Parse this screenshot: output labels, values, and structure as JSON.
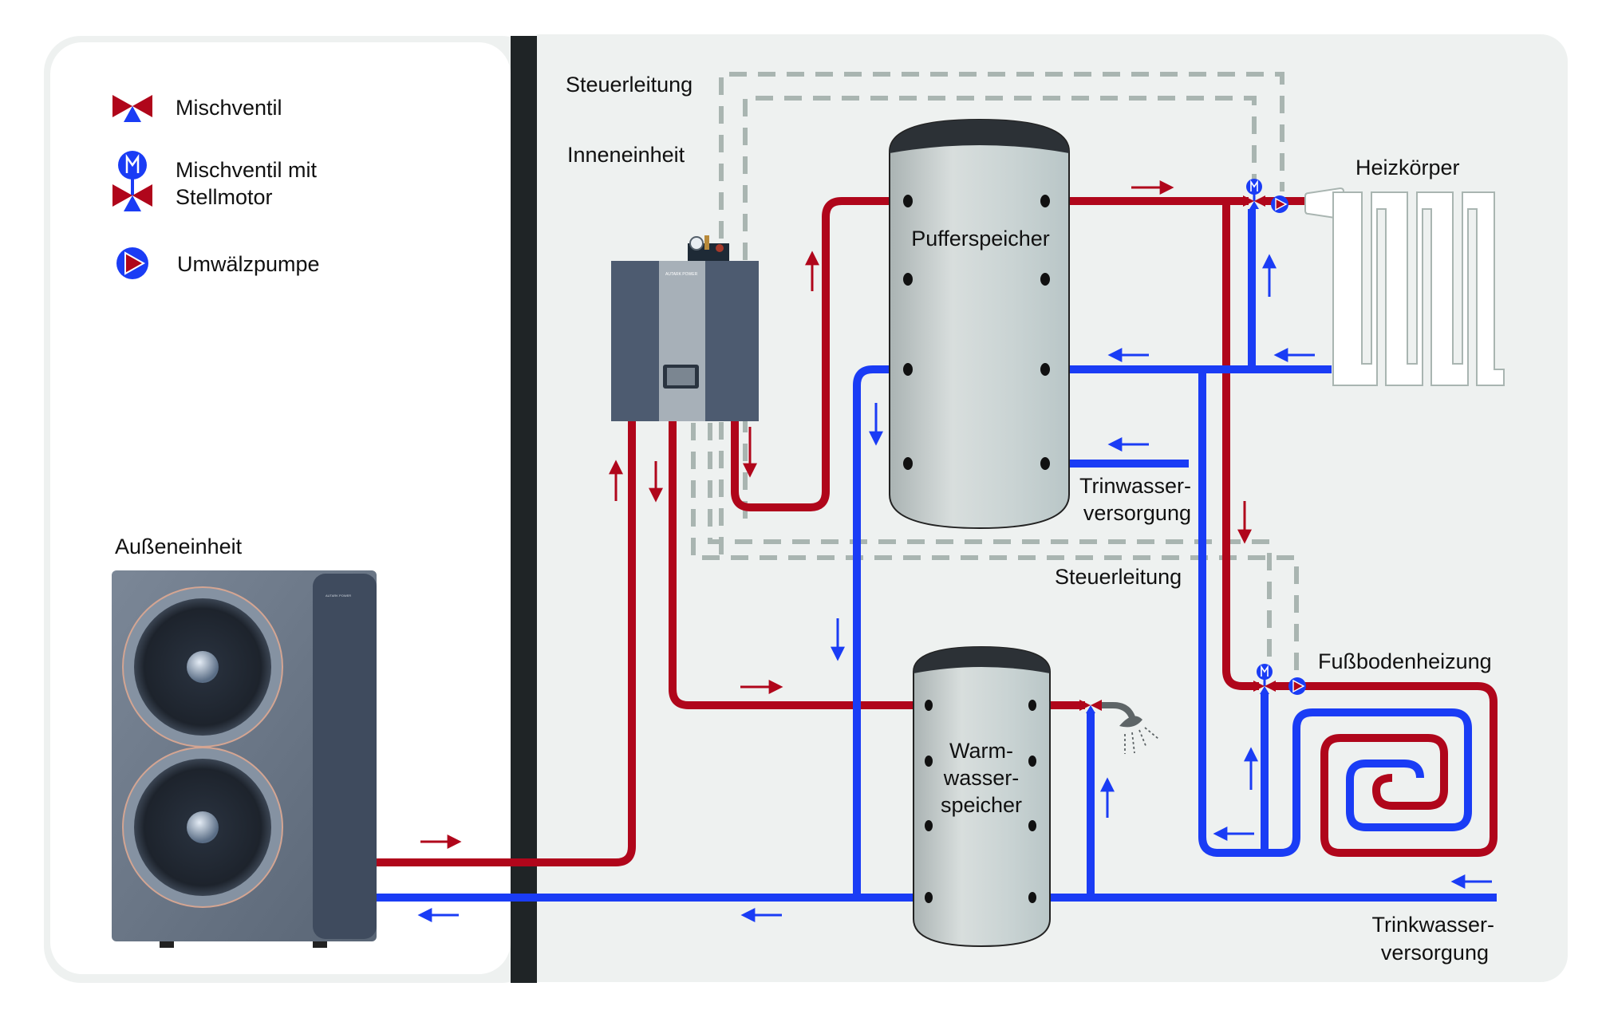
{
  "colors": {
    "hot": "#b0061b",
    "cold": "#1a3cf5",
    "control": "#a9b5b1",
    "panel": "#eef1f0",
    "divider": "#1f2426"
  },
  "legend": [
    {
      "icon": "mixing-valve-icon",
      "label": "Mischventil"
    },
    {
      "icon": "motorized-mixing-valve-icon",
      "label_line1": "Mischventil mit",
      "label_line2": "Stellmotor"
    },
    {
      "icon": "circulation-pump-icon",
      "label": "Umwälzpumpe"
    }
  ],
  "labels": {
    "control_line_top": "Steuerleitung",
    "indoor_unit": "Inneneinheit",
    "buffer_tank": "Pufferspeicher",
    "radiator": "Heizkörper",
    "water_supply_top_1": "Trinwasser-",
    "water_supply_top_2": "versorgung",
    "control_line_bottom": "Steuerleitung",
    "underfloor_heating": "Fußbodenheizung",
    "dhw_tank_1": "Warm-",
    "dhw_tank_2": "wasser-",
    "dhw_tank_3": "speicher",
    "outdoor_unit": "Außeneinheit",
    "water_supply_bottom_1": "Trinkwasser-",
    "water_supply_bottom_2": "versorgung"
  },
  "devices": {
    "indoor_unit_brand": "AUTARK POWER",
    "outdoor_unit_brand": "AUTARK POWER"
  }
}
